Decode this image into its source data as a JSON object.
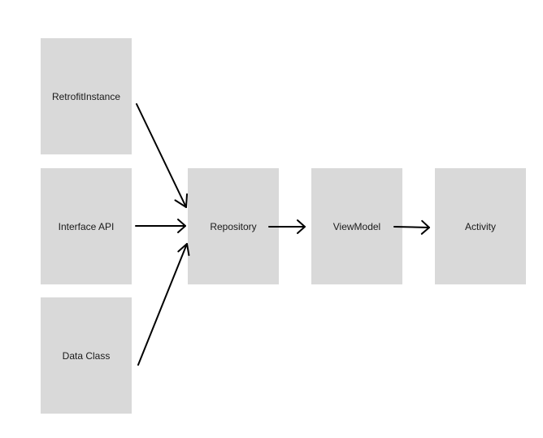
{
  "diagram": {
    "nodes": [
      {
        "id": "retrofit",
        "label": "RetrofitInstance"
      },
      {
        "id": "interface",
        "label": "Interface API"
      },
      {
        "id": "dataclass",
        "label": "Data Class"
      },
      {
        "id": "repository",
        "label": "Repository"
      },
      {
        "id": "viewmodel",
        "label": "ViewModel"
      },
      {
        "id": "activity",
        "label": "Activity"
      }
    ],
    "edges": [
      {
        "from": "retrofit",
        "to": "repository"
      },
      {
        "from": "interface",
        "to": "repository"
      },
      {
        "from": "dataclass",
        "to": "repository"
      },
      {
        "from": "repository",
        "to": "viewmodel"
      },
      {
        "from": "viewmodel",
        "to": "activity"
      }
    ],
    "colors": {
      "node_fill": "#d9d9d9",
      "arrow": "#000000",
      "text": "#1a1a1a"
    }
  }
}
